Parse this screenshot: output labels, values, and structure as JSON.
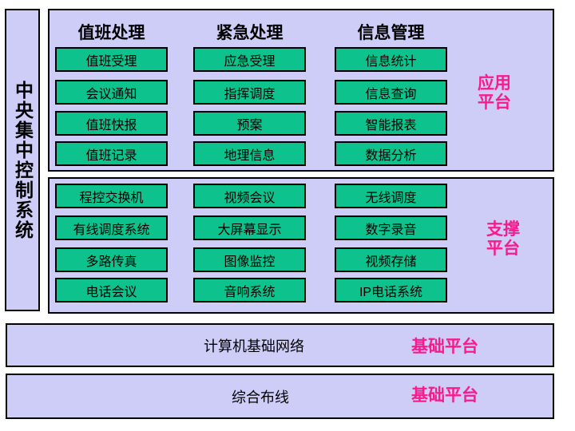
{
  "colors": {
    "page_bg": "#FFFFFF",
    "panel_bg": "#CDCDF8",
    "block_bg": "#0DC28C",
    "border": "#000000",
    "accent": "#F91A8C",
    "text": "#000000"
  },
  "sidebar": {
    "title": "中央集中控制系统"
  },
  "application_platform": {
    "label": "应用\n平台",
    "columns": [
      {
        "header": "值班处理",
        "buttons": [
          "值班受理",
          "会议通知",
          "值班快报",
          "值班记录"
        ]
      },
      {
        "header": "紧急处理",
        "buttons": [
          "应急受理",
          "指挥调度",
          "预案",
          "地理信息"
        ]
      },
      {
        "header": "信息管理",
        "buttons": [
          "信息统计",
          "信息查询",
          "智能报表",
          "数据分析"
        ]
      }
    ]
  },
  "support_platform": {
    "label": "支撑\n平台",
    "columns": [
      {
        "buttons": [
          "程控交换机",
          "有线调度系统",
          "多路传真",
          "电话会议"
        ]
      },
      {
        "buttons": [
          "视频会议",
          "大屏幕显示",
          "图像监控",
          "音响系统"
        ]
      },
      {
        "buttons": [
          "无线调度",
          "数字录音",
          "视频存储",
          "IP电话系统"
        ]
      }
    ]
  },
  "base_platforms": [
    {
      "title": "计算机基础网络",
      "label": "基础平台"
    },
    {
      "title": "综合布线",
      "label": "基础平台"
    }
  ]
}
